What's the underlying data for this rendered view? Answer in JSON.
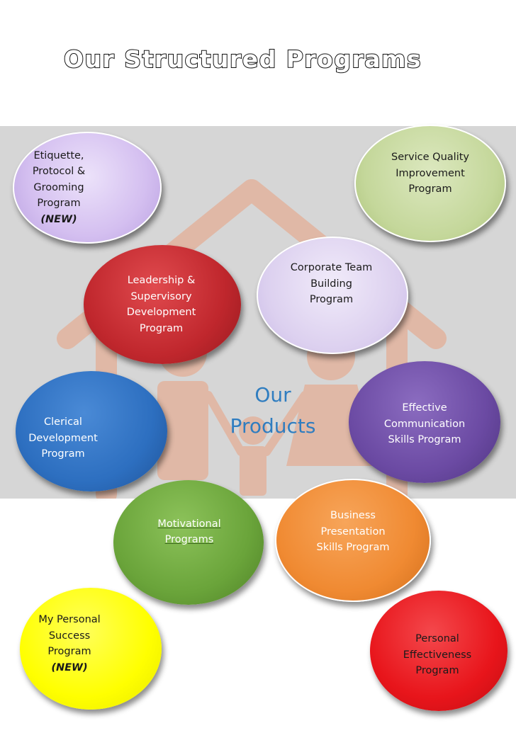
{
  "title": "Our Structured Programs",
  "center_label": "Our\nProducts",
  "programs": [
    {
      "label": "Etiquette,\nProtocol &\nGrooming\nProgram",
      "tag": "(NEW)",
      "color": "#d9c6f2"
    },
    {
      "label": "Service Quality\nImprovement\nProgram",
      "tag": "",
      "color": "#c4d79a"
    },
    {
      "label": "Leadership &\nSupervisory\nDevelopment\nProgram",
      "tag": "",
      "color": "#c0272d"
    },
    {
      "label": "Corporate Team\nBuilding\nProgram",
      "tag": "",
      "color": "#dcd0ef"
    },
    {
      "label": "Clerical\nDevelopment\nProgram",
      "tag": "",
      "color": "#2d6fc0"
    },
    {
      "label": "Effective\nCommunication\nSkills Program",
      "tag": "",
      "color": "#6b4aa3"
    },
    {
      "label": "Motivational\nPrograms",
      "tag": "",
      "color": "#6aa43a"
    },
    {
      "label": "Business\nPresentation\nSkills  Program",
      "tag": "",
      "color": "#f08a32"
    },
    {
      "label": "My Personal\nSuccess\nProgram",
      "tag": "(NEW)",
      "color": "#ffff00"
    },
    {
      "label": "Personal\nEffectiveness\nProgram",
      "tag": "",
      "color": "#e8151b"
    }
  ]
}
